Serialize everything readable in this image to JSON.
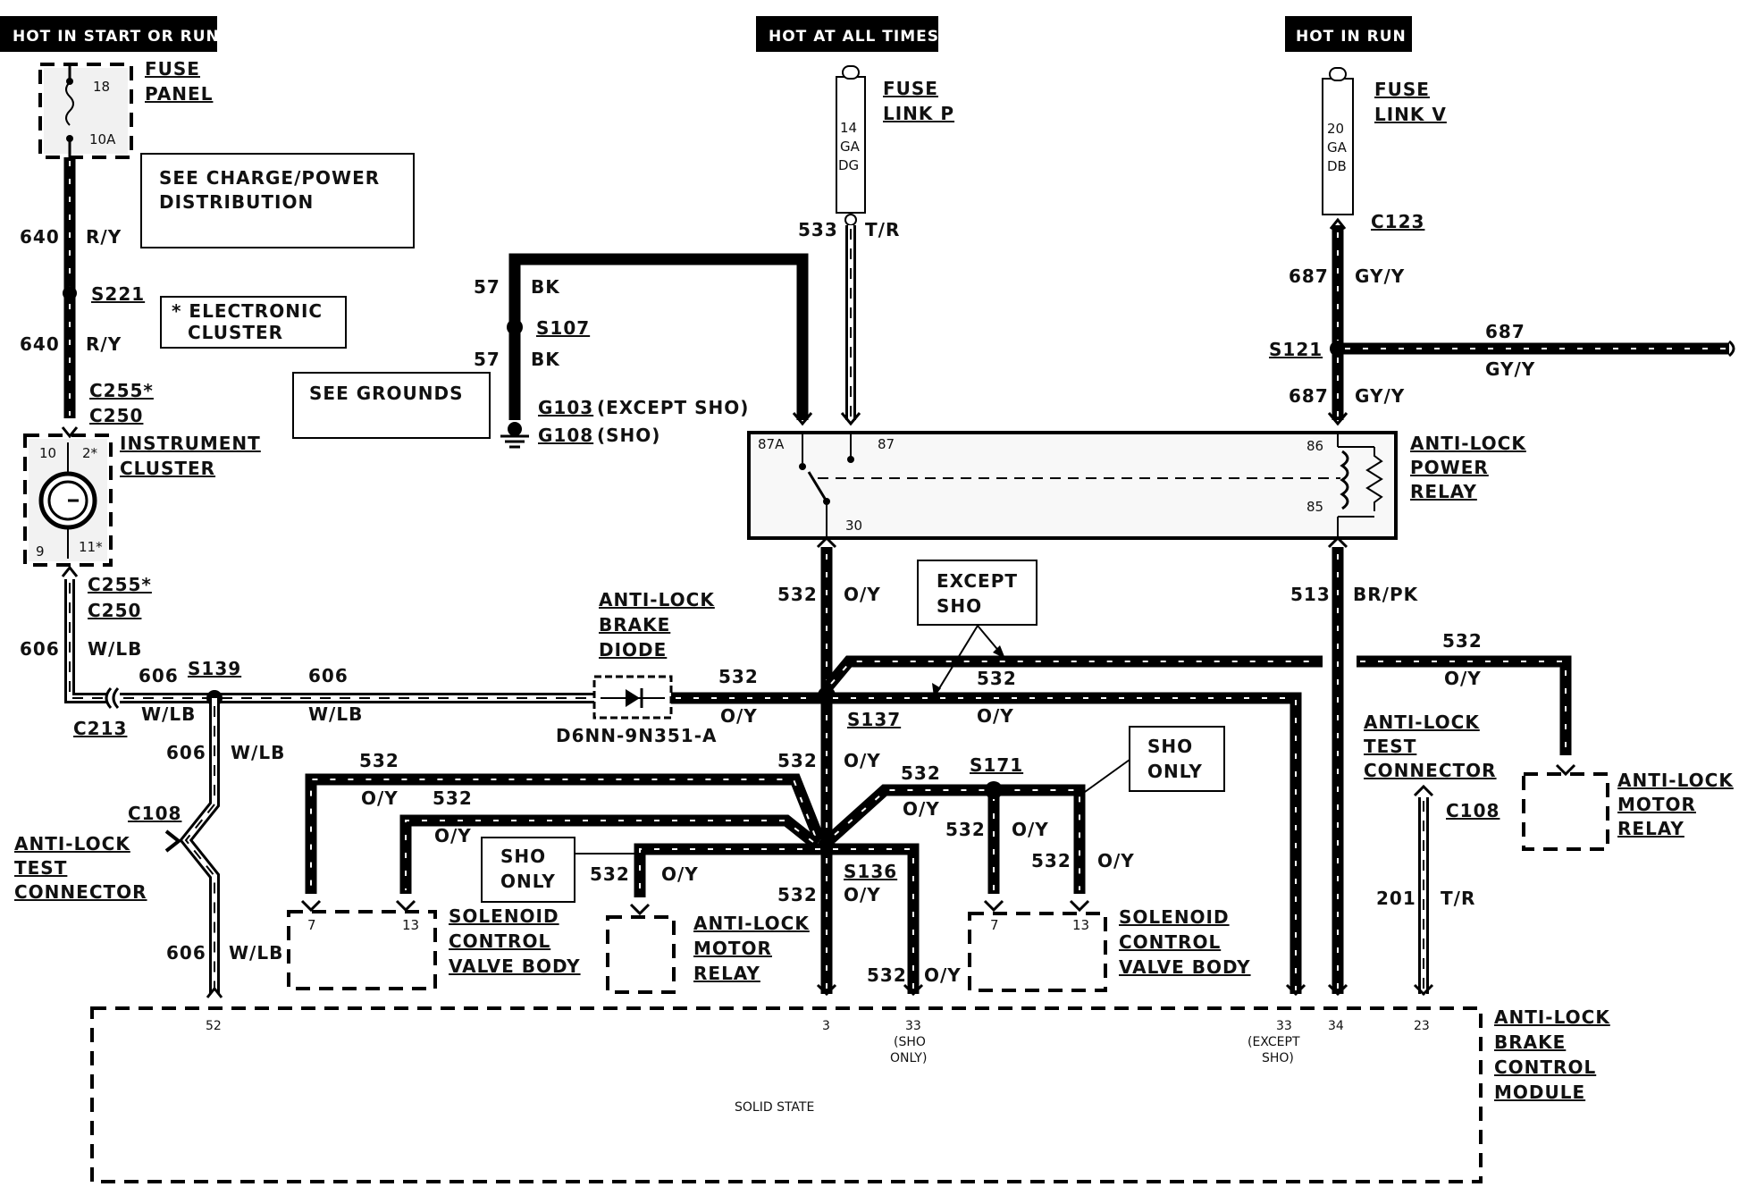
{
  "headers": {
    "start_run": "HOT IN START OR RUN",
    "all_times": "HOT AT ALL TIMES",
    "in_run": "HOT IN RUN"
  },
  "fuse_panel": {
    "label1": "FUSE",
    "label2": "PANEL",
    "number": "18",
    "rating": "10A"
  },
  "see_charge": {
    "line1": "SEE CHARGE/POWER",
    "line2": "DISTRIBUTION"
  },
  "electronic_cluster": {
    "line1": "* ELECTRONIC",
    "line2": "CLUSTER"
  },
  "see_grounds": "SEE GROUNDS",
  "instrument_cluster": {
    "label1": "INSTRUMENT",
    "label2": "CLUSTER",
    "p10": "10",
    "p2": "2*",
    "p9": "9",
    "p11": "11*"
  },
  "fuse_link_p": {
    "label1": "FUSE",
    "label2": "LINK P",
    "g1": "14",
    "g2": "GA",
    "g3": "DG"
  },
  "fuse_link_v": {
    "label1": "FUSE",
    "label2": "LINK V",
    "g1": "20",
    "g2": "GA",
    "g3": "DB"
  },
  "wires": {
    "w640": "640",
    "ry": "R/Y",
    "w606": "606",
    "wlb": "W/LB",
    "w57": "57",
    "bk": "BK",
    "w533": "533",
    "tr": "T/R",
    "w687": "687",
    "gyy": "GY/Y",
    "w532": "532",
    "oy": "O/Y",
    "w513": "513",
    "brpk": "BR/PK",
    "w201": "201"
  },
  "connectors": {
    "s221": "S221",
    "c255": "C255*",
    "c250": "C250",
    "s139": "S139",
    "c213": "C213",
    "c108": "C108",
    "s107": "S107",
    "g103": "G103",
    "g103_note": "(EXCEPT SHO)",
    "g108": "G108",
    "g108_note": "(SHO)",
    "c123": "C123",
    "s121": "S121",
    "s137": "S137",
    "s136": "S136",
    "s171": "S171"
  },
  "relay": {
    "title1": "ANTI-LOCK",
    "title2": "POWER",
    "title3": "RELAY",
    "p87a": "87A",
    "p87": "87",
    "p30": "30",
    "p86": "86",
    "p85": "85"
  },
  "diode": {
    "l1": "ANTI-LOCK",
    "l2": "BRAKE",
    "l3": "DIODE",
    "part": "D6NN-9N351-A"
  },
  "except_sho": {
    "l1": "EXCEPT",
    "l2": "SHO"
  },
  "sho_only": {
    "l1": "SHO",
    "l2": "ONLY"
  },
  "test_connector": {
    "l1": "ANTI-LOCK",
    "l2": "TEST",
    "l3": "CONNECTOR"
  },
  "motor_relay": {
    "l1": "ANTI-LOCK",
    "l2": "MOTOR",
    "l3": "RELAY"
  },
  "solenoid": {
    "l1": "SOLENOID",
    "l2": "CONTROL",
    "l3": "VALVE BODY",
    "p7": "7",
    "p13": "13"
  },
  "module": {
    "l1": "ANTI-LOCK",
    "l2": "BRAKE",
    "l3": "CONTROL",
    "l4": "MODULE",
    "solid_state": "SOLID STATE",
    "pin52": "52",
    "pin3": "3",
    "pin33": "33",
    "pin33_note1": "(SHO",
    "pin33_note2": "ONLY)",
    "pin33b": "33",
    "pin33b_note1": "(EXCEPT",
    "pin33b_note2": "SHO)",
    "pin34": "34",
    "pin23": "23"
  }
}
